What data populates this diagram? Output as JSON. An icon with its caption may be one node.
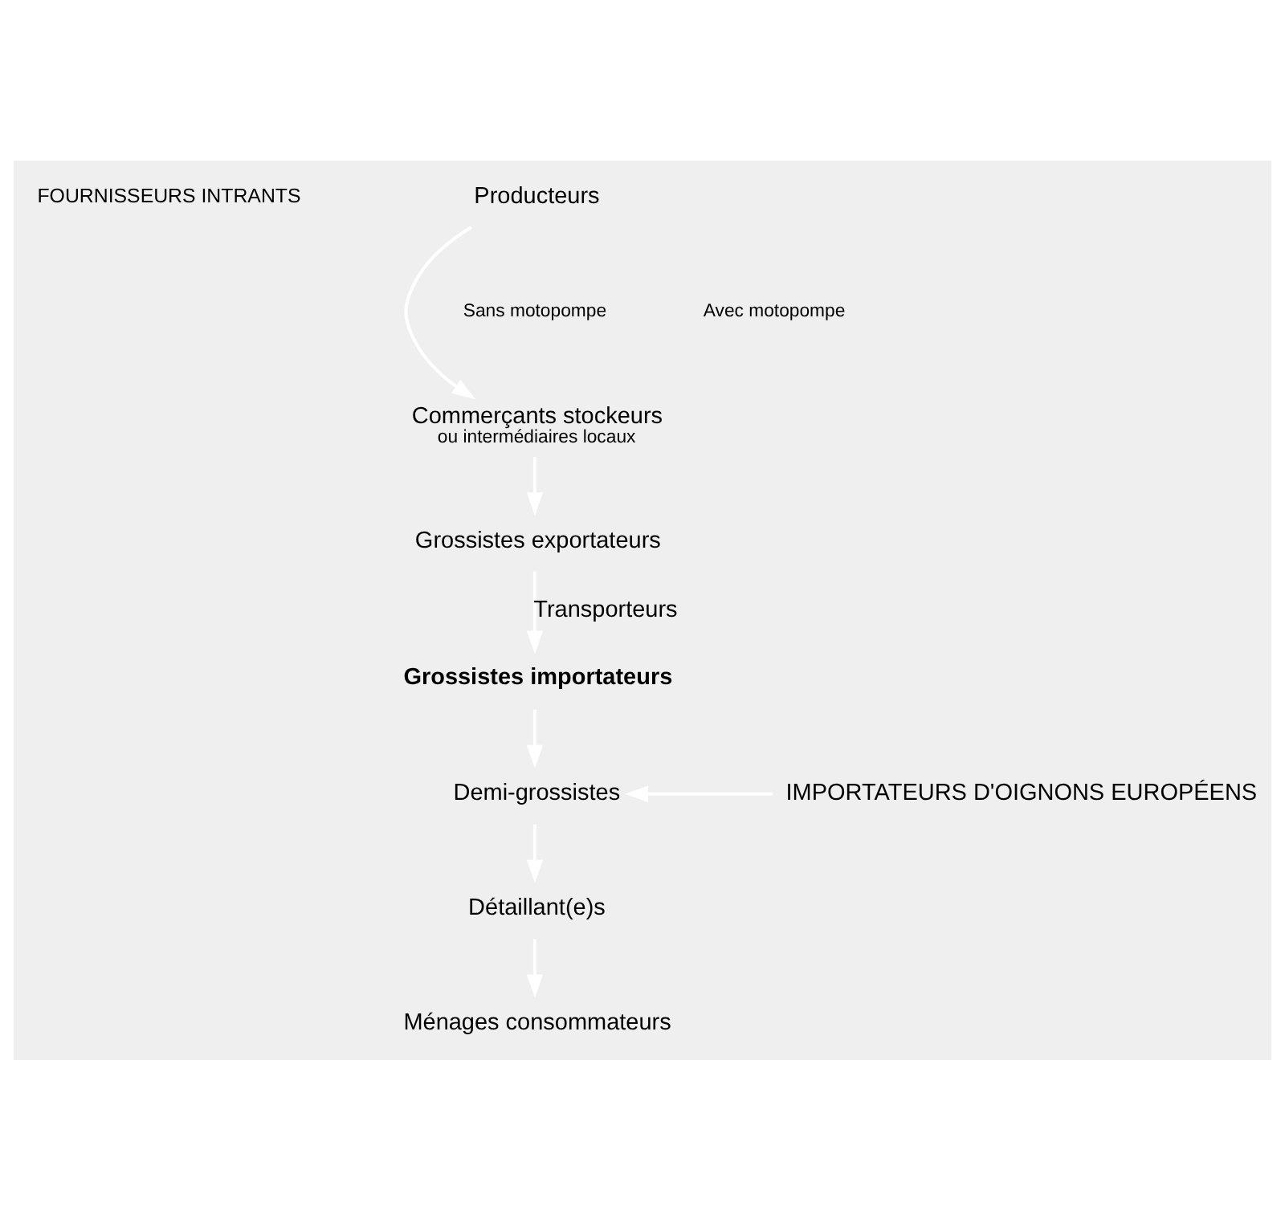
{
  "diagram": {
    "nodes": [
      {
        "text": [
          "Producteurs"
        ]
      },
      {
        "text": [
          "Commerçants stockeurs",
          "ou intermédiaires locaux"
        ]
      },
      {
        "text": [
          "Grossistes exportateurs"
        ]
      },
      {
        "text": [
          "Grossistes importateurs"
        ]
      },
      {
        "text": [
          "IMPORTATEURS D'OIGNONS EUROPÉENS"
        ]
      },
      {
        "text": [
          "Demi-grossistes"
        ]
      },
      {
        "text": [
          "Détaillant(e)s"
        ]
      },
      {
        "text": [
          "Ménages consommateurs"
        ]
      }
    ],
    "edges": [
      {
        "from": 0,
        "to": 1,
        "arrow": "to"
      },
      {
        "from": 1,
        "to": 2,
        "arrow": "to"
      },
      {
        "from": 2,
        "to": 3,
        "arrow": "to",
        "label": "Transporteurs"
      },
      {
        "from": 3,
        "to": 5,
        "arrow": "to"
      },
      {
        "from": 4,
        "to": 5,
        "arrow": "to"
      },
      {
        "from": 5,
        "to": 6,
        "arrow": "to"
      },
      {
        "from": 6,
        "to": 7,
        "arrow": "to"
      }
    ],
    "labels": [
      "FOURNISSEURS INTRANTS",
      "Sans motopompe",
      "Avec motopompe"
    ]
  }
}
